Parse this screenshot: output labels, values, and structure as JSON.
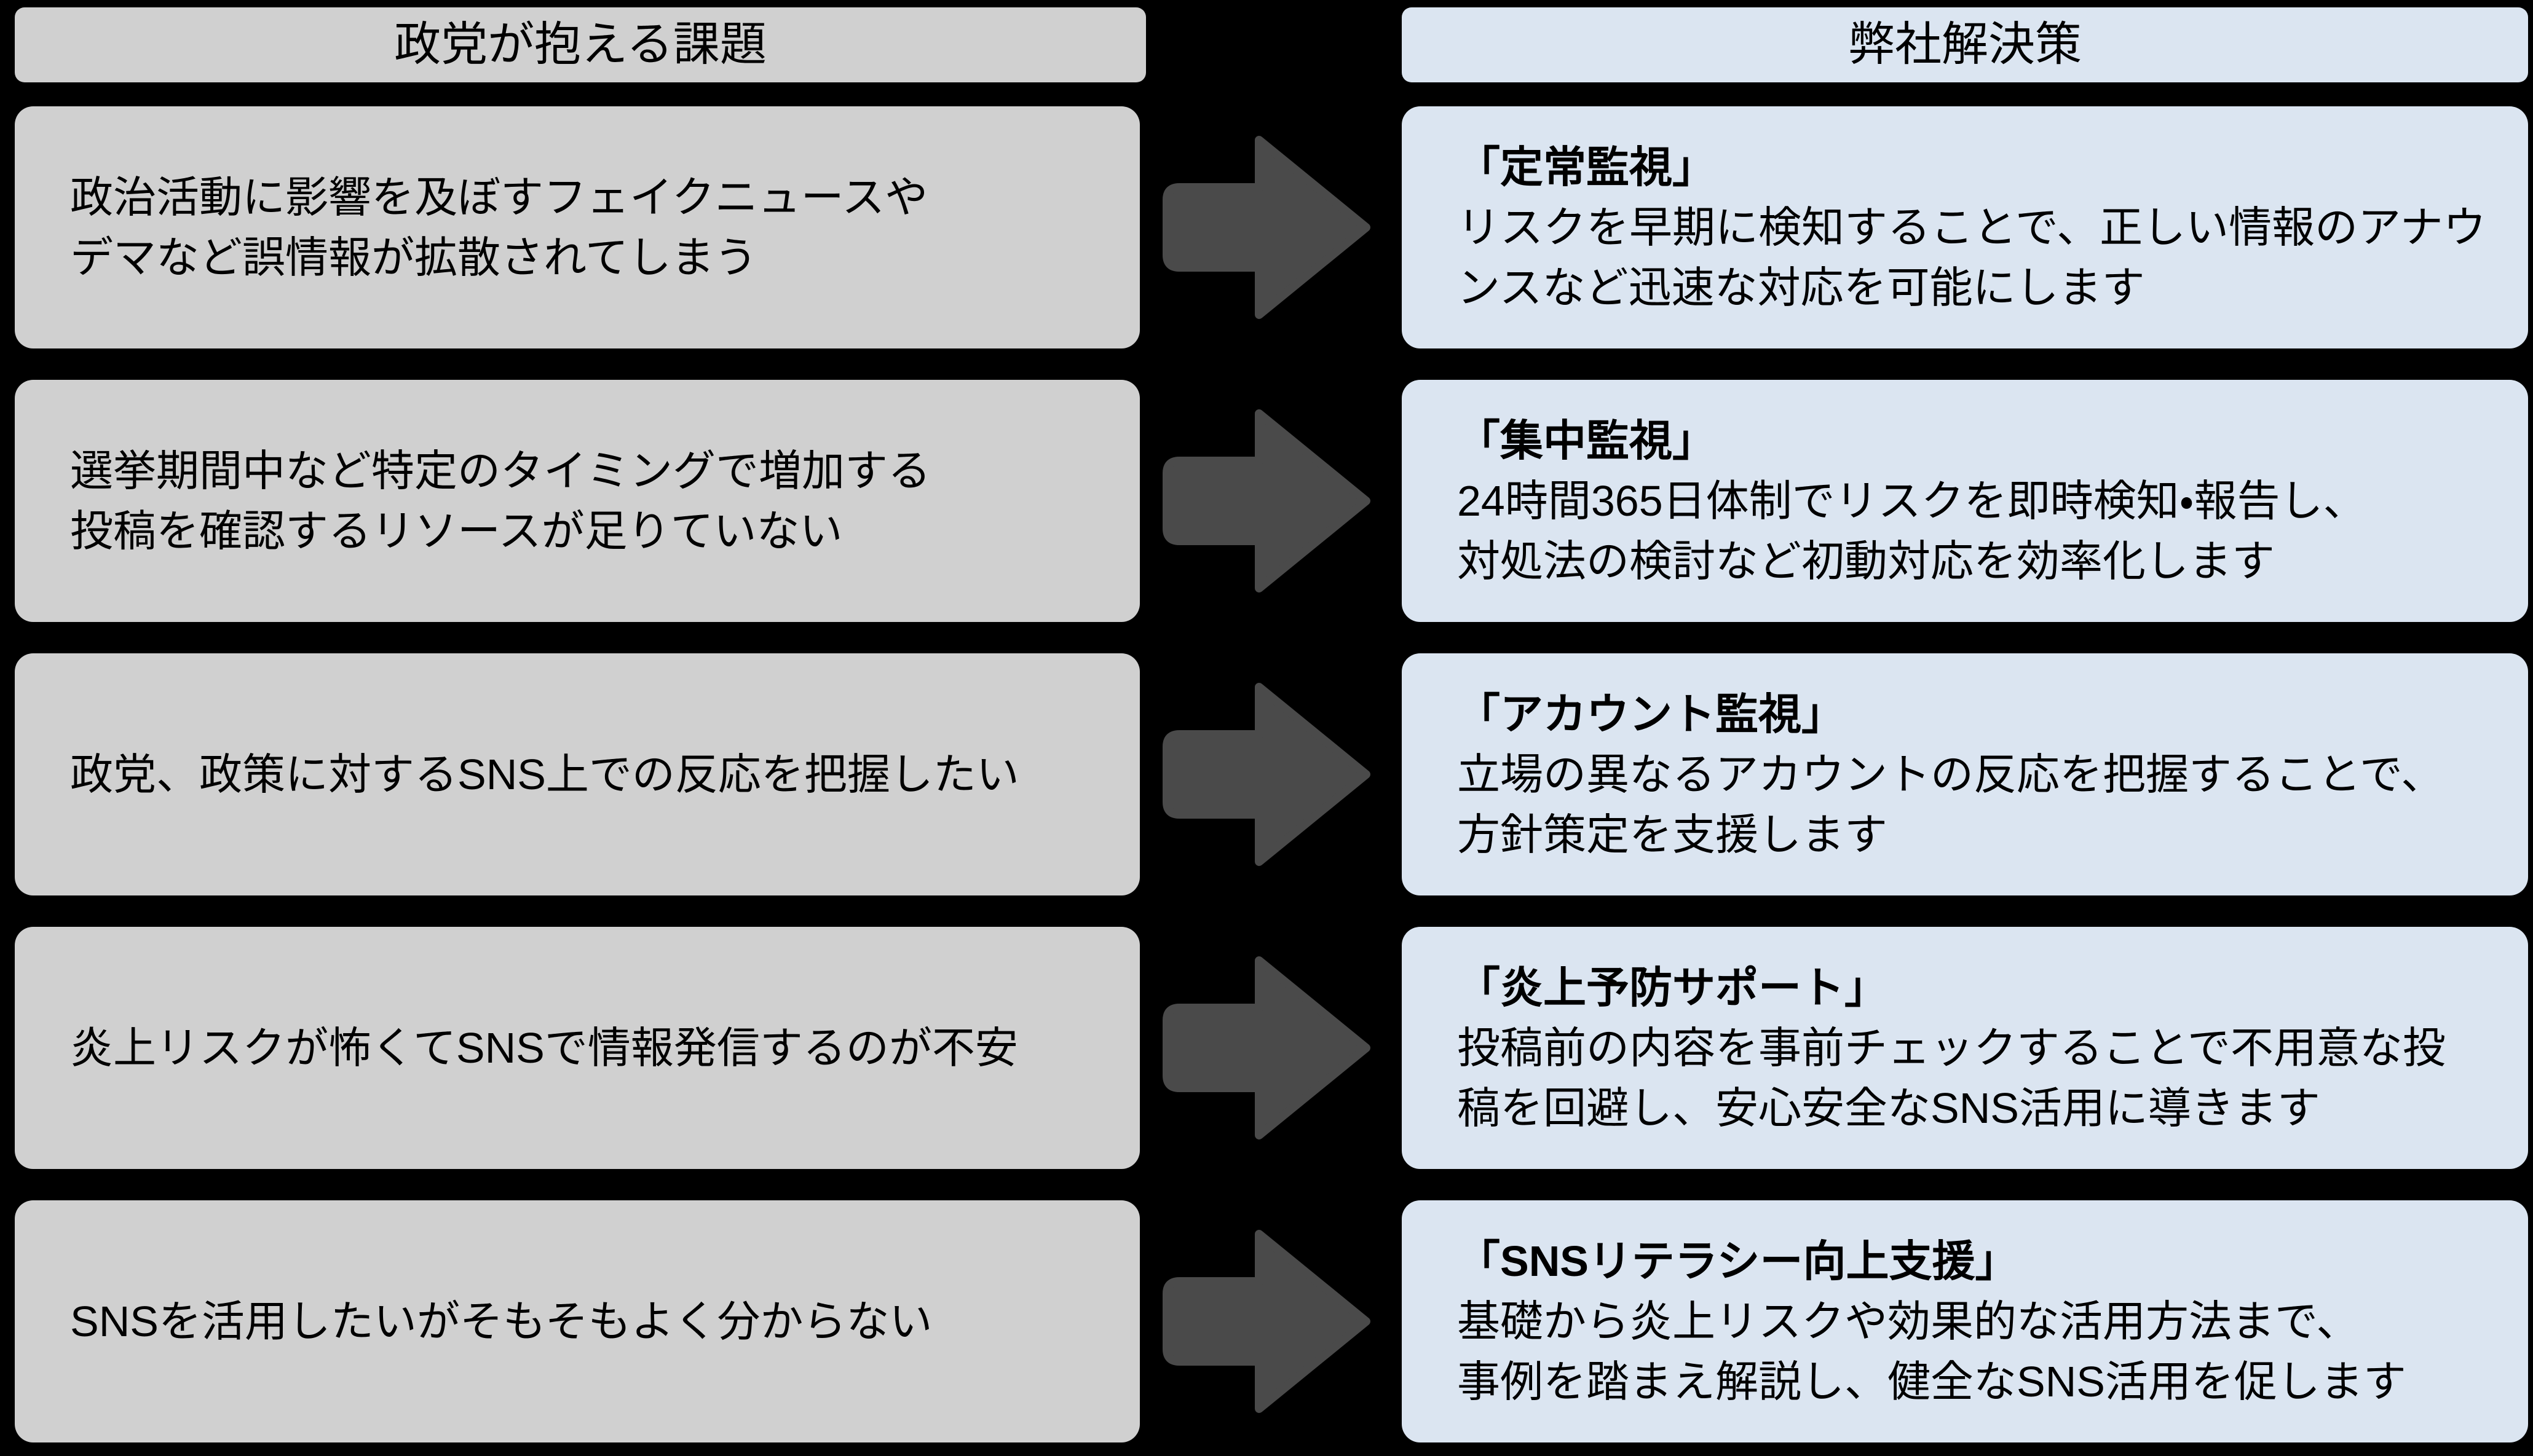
{
  "headers": {
    "problems": "政党が抱える課題",
    "solutions": "弊社解決策"
  },
  "rows": [
    {
      "problem": "政治活動に影響を及ぼすフェイクニュースや\nデマなど誤情報が拡散されてしまう",
      "solution_title": "「定常監視」",
      "solution_body": "リスクを早期に検知することで、正しい情報のアナウ\nンスなど迅速な対応を可能にします"
    },
    {
      "problem": "選挙期間中など特定のタイミングで増加する\n投稿を確認するリソースが足りていない",
      "solution_title": "「集中監視」",
      "solution_body": "24時間365日体制でリスクを即時検知・報告し、\n対処法の検討など初動対応を効率化します"
    },
    {
      "problem": "政党、政策に対するSNS上での反応を把握したい",
      "solution_title": "「アカウント監視」",
      "solution_body": "立場の異なるアカウントの反応を把握することで、\n方針策定を支援します"
    },
    {
      "problem": "炎上リスクが怖くてSNSで情報発信するのが不安",
      "solution_title": "「炎上予防サポート」",
      "solution_body": "投稿前の内容を事前チェックすることで不用意な投\n稿を回避し、安心安全なSNS活用に導きます"
    },
    {
      "problem": "SNSを活用したいがそもそもよく分からない",
      "solution_title": "「SNSリテラシー向上支援」",
      "solution_body": "基礎から炎上リスクや効果的な活用方法まで、\n事例を踏まえ解説し、健全なSNS活用を促します"
    }
  ],
  "colors": {
    "background": "#000000",
    "problem_fill": "#d0d0d0",
    "solution_fill": "#dbe5f1",
    "arrow_fill": "#4a4a4a",
    "text": "#000000"
  }
}
